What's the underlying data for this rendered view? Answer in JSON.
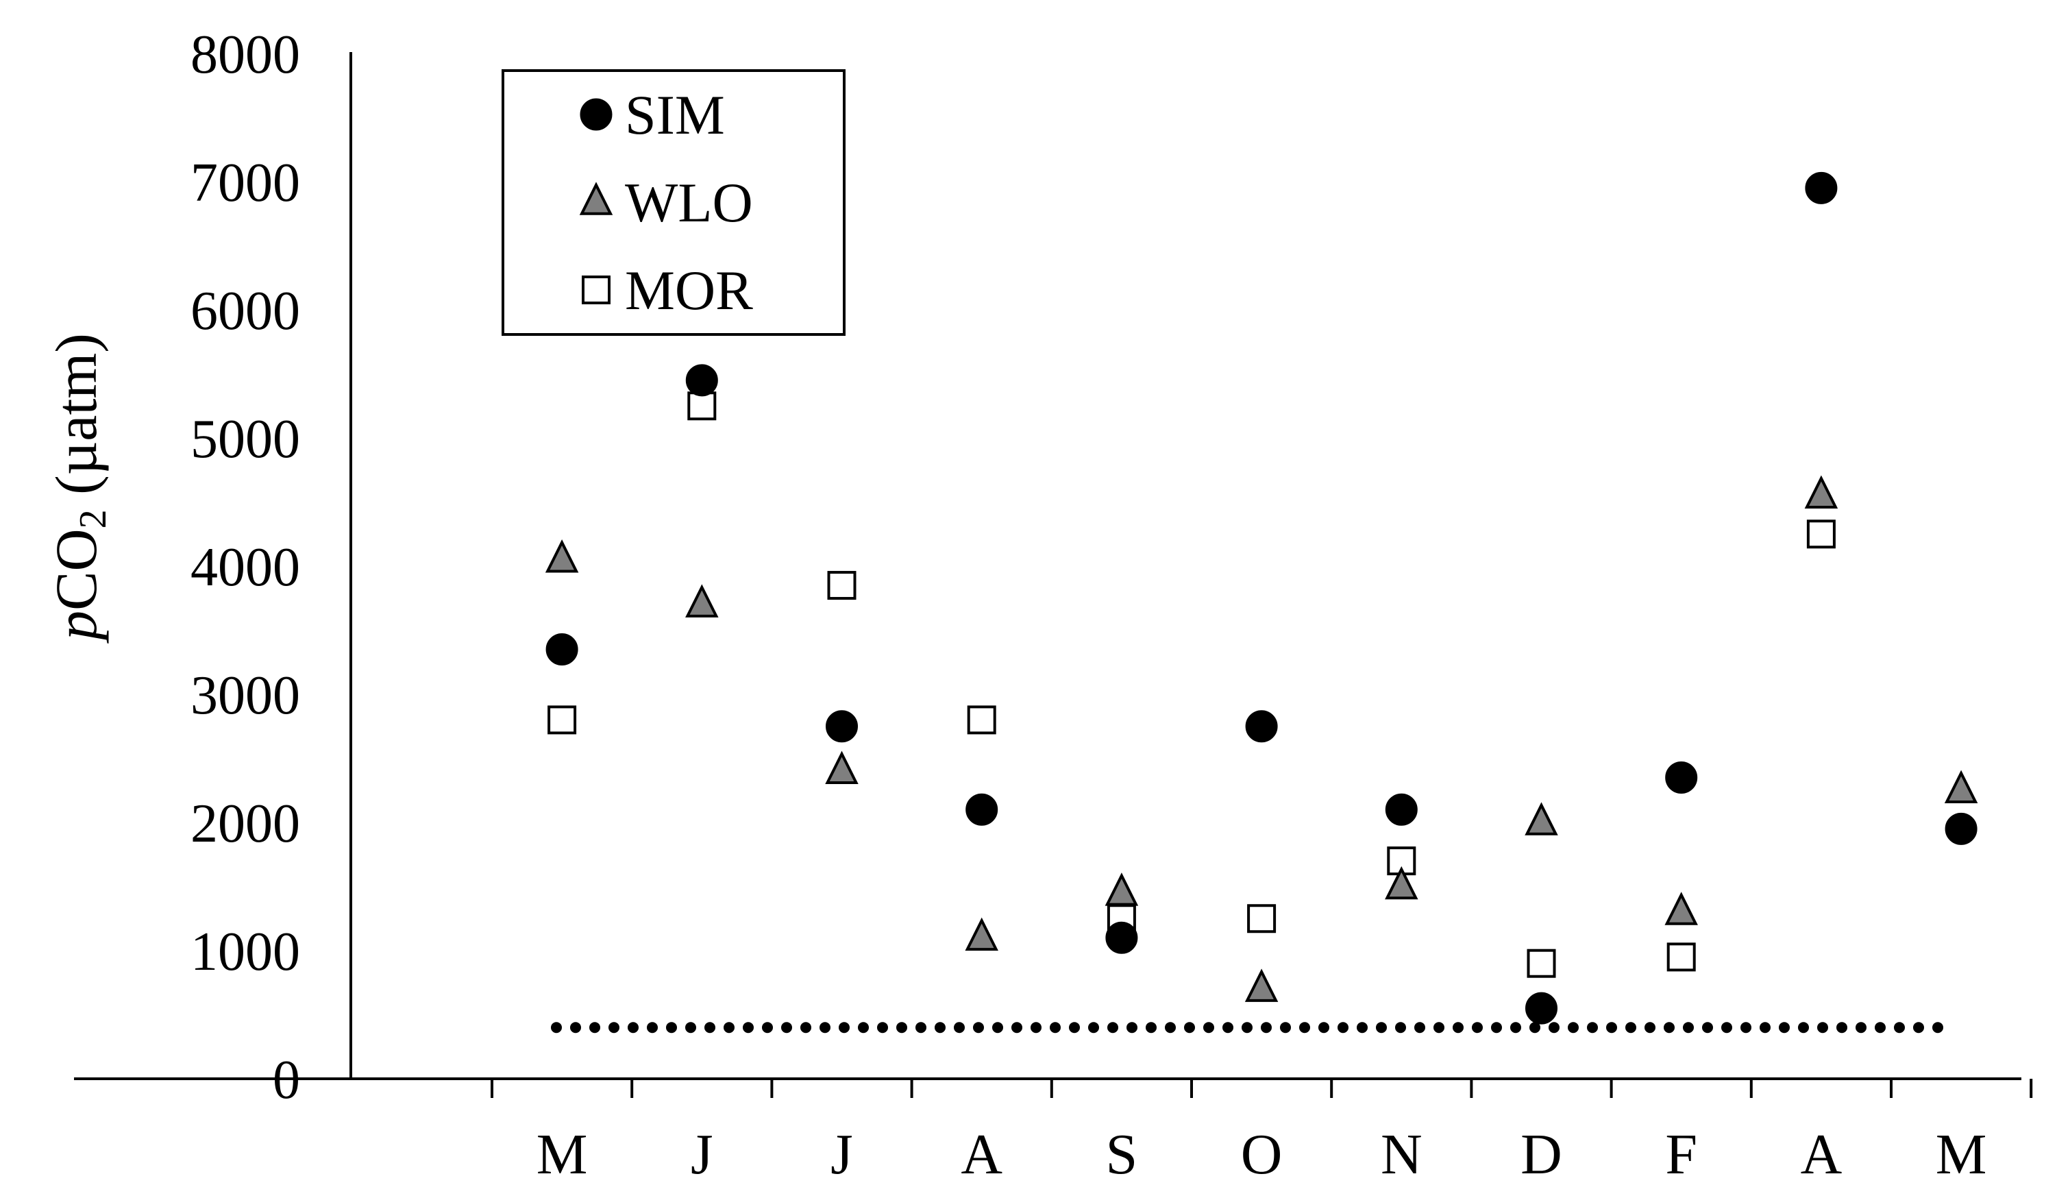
{
  "chart_data": {
    "type": "scatter",
    "categories": [
      "M",
      "J",
      "J",
      "A",
      "S",
      "O",
      "N",
      "D",
      "F",
      "A",
      "M"
    ],
    "ylabel": {
      "italic_part": "p",
      "main": "CO",
      "subscript": "2",
      "unit": " (µatm)"
    },
    "ylim": [
      0,
      8000
    ],
    "yticks": [
      0,
      1000,
      2000,
      3000,
      4000,
      5000,
      6000,
      7000,
      8000
    ],
    "grid": false,
    "legend_position": "top-left",
    "series": [
      {
        "name": "SIM",
        "marker": "circle",
        "fill": "#000000",
        "values": [
          3350,
          5450,
          2750,
          2100,
          1100,
          2750,
          2100,
          550,
          2350,
          6950,
          1950
        ]
      },
      {
        "name": "WLO",
        "marker": "triangle",
        "fill": "#7f7f7f",
        "values": [
          4050,
          3700,
          2400,
          1100,
          1450,
          700,
          1500,
          2000,
          1300,
          4550,
          2250
        ]
      },
      {
        "name": "MOR",
        "marker": "square",
        "fill": "#ffffff",
        "values": [
          2800,
          5250,
          3850,
          2800,
          1250,
          1250,
          1700,
          900,
          950,
          4250,
          null
        ]
      }
    ],
    "reference_line": {
      "value": 400,
      "style": "dotted"
    }
  }
}
